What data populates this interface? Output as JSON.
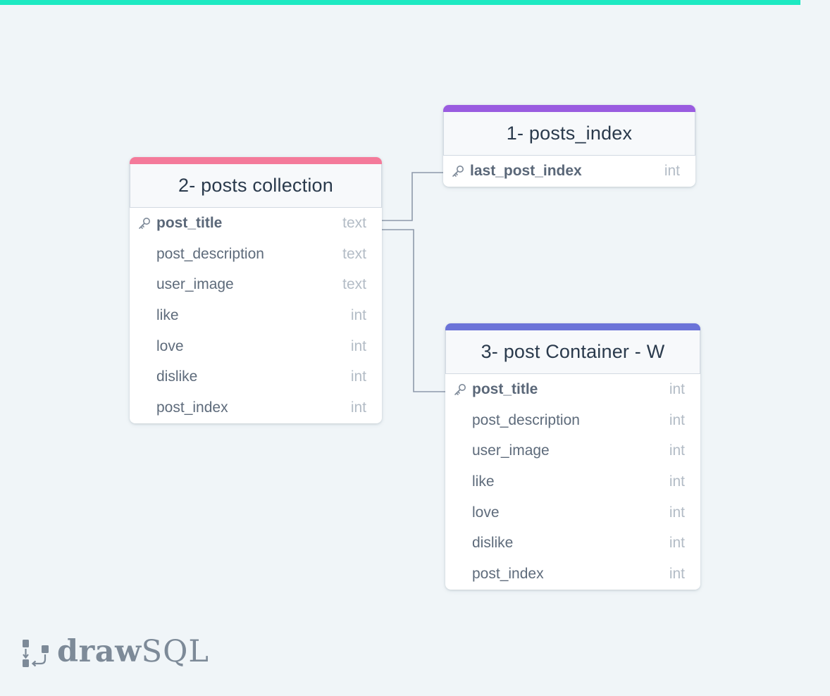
{
  "colors": {
    "background": "#f0f5f8",
    "top_bar": "#1de9c2",
    "connector": "#8e9aab"
  },
  "tables": [
    {
      "id": "posts-collection",
      "title": "2- posts collection",
      "accent": "#f47a9a",
      "columns": [
        {
          "name": "post_title",
          "type": "text",
          "primary_key": true
        },
        {
          "name": "post_description",
          "type": "text",
          "primary_key": false
        },
        {
          "name": "user_image",
          "type": "text",
          "primary_key": false
        },
        {
          "name": "like",
          "type": "int",
          "primary_key": false
        },
        {
          "name": "love",
          "type": "int",
          "primary_key": false
        },
        {
          "name": "dislike",
          "type": "int",
          "primary_key": false
        },
        {
          "name": "post_index",
          "type": "int",
          "primary_key": false
        }
      ]
    },
    {
      "id": "posts-index",
      "title": "1- posts_index",
      "accent": "#9a5ce0",
      "columns": [
        {
          "name": "last_post_index",
          "type": "int",
          "primary_key": true
        }
      ]
    },
    {
      "id": "post-container",
      "title": "3- post Container - W",
      "accent": "#6b73d8",
      "columns": [
        {
          "name": "post_title",
          "type": "int",
          "primary_key": true
        },
        {
          "name": "post_description",
          "type": "int",
          "primary_key": false
        },
        {
          "name": "user_image",
          "type": "int",
          "primary_key": false
        },
        {
          "name": "like",
          "type": "int",
          "primary_key": false
        },
        {
          "name": "love",
          "type": "int",
          "primary_key": false
        },
        {
          "name": "dislike",
          "type": "int",
          "primary_key": false
        },
        {
          "name": "post_index",
          "type": "int",
          "primary_key": false
        }
      ]
    }
  ],
  "relations": [
    {
      "from": "posts-collection",
      "to": "posts-index"
    },
    {
      "from": "posts-collection",
      "to": "post-container"
    }
  ],
  "logo": {
    "part1": "draw",
    "part2": "SQL",
    "icon": "drawsql-logo-icon"
  }
}
